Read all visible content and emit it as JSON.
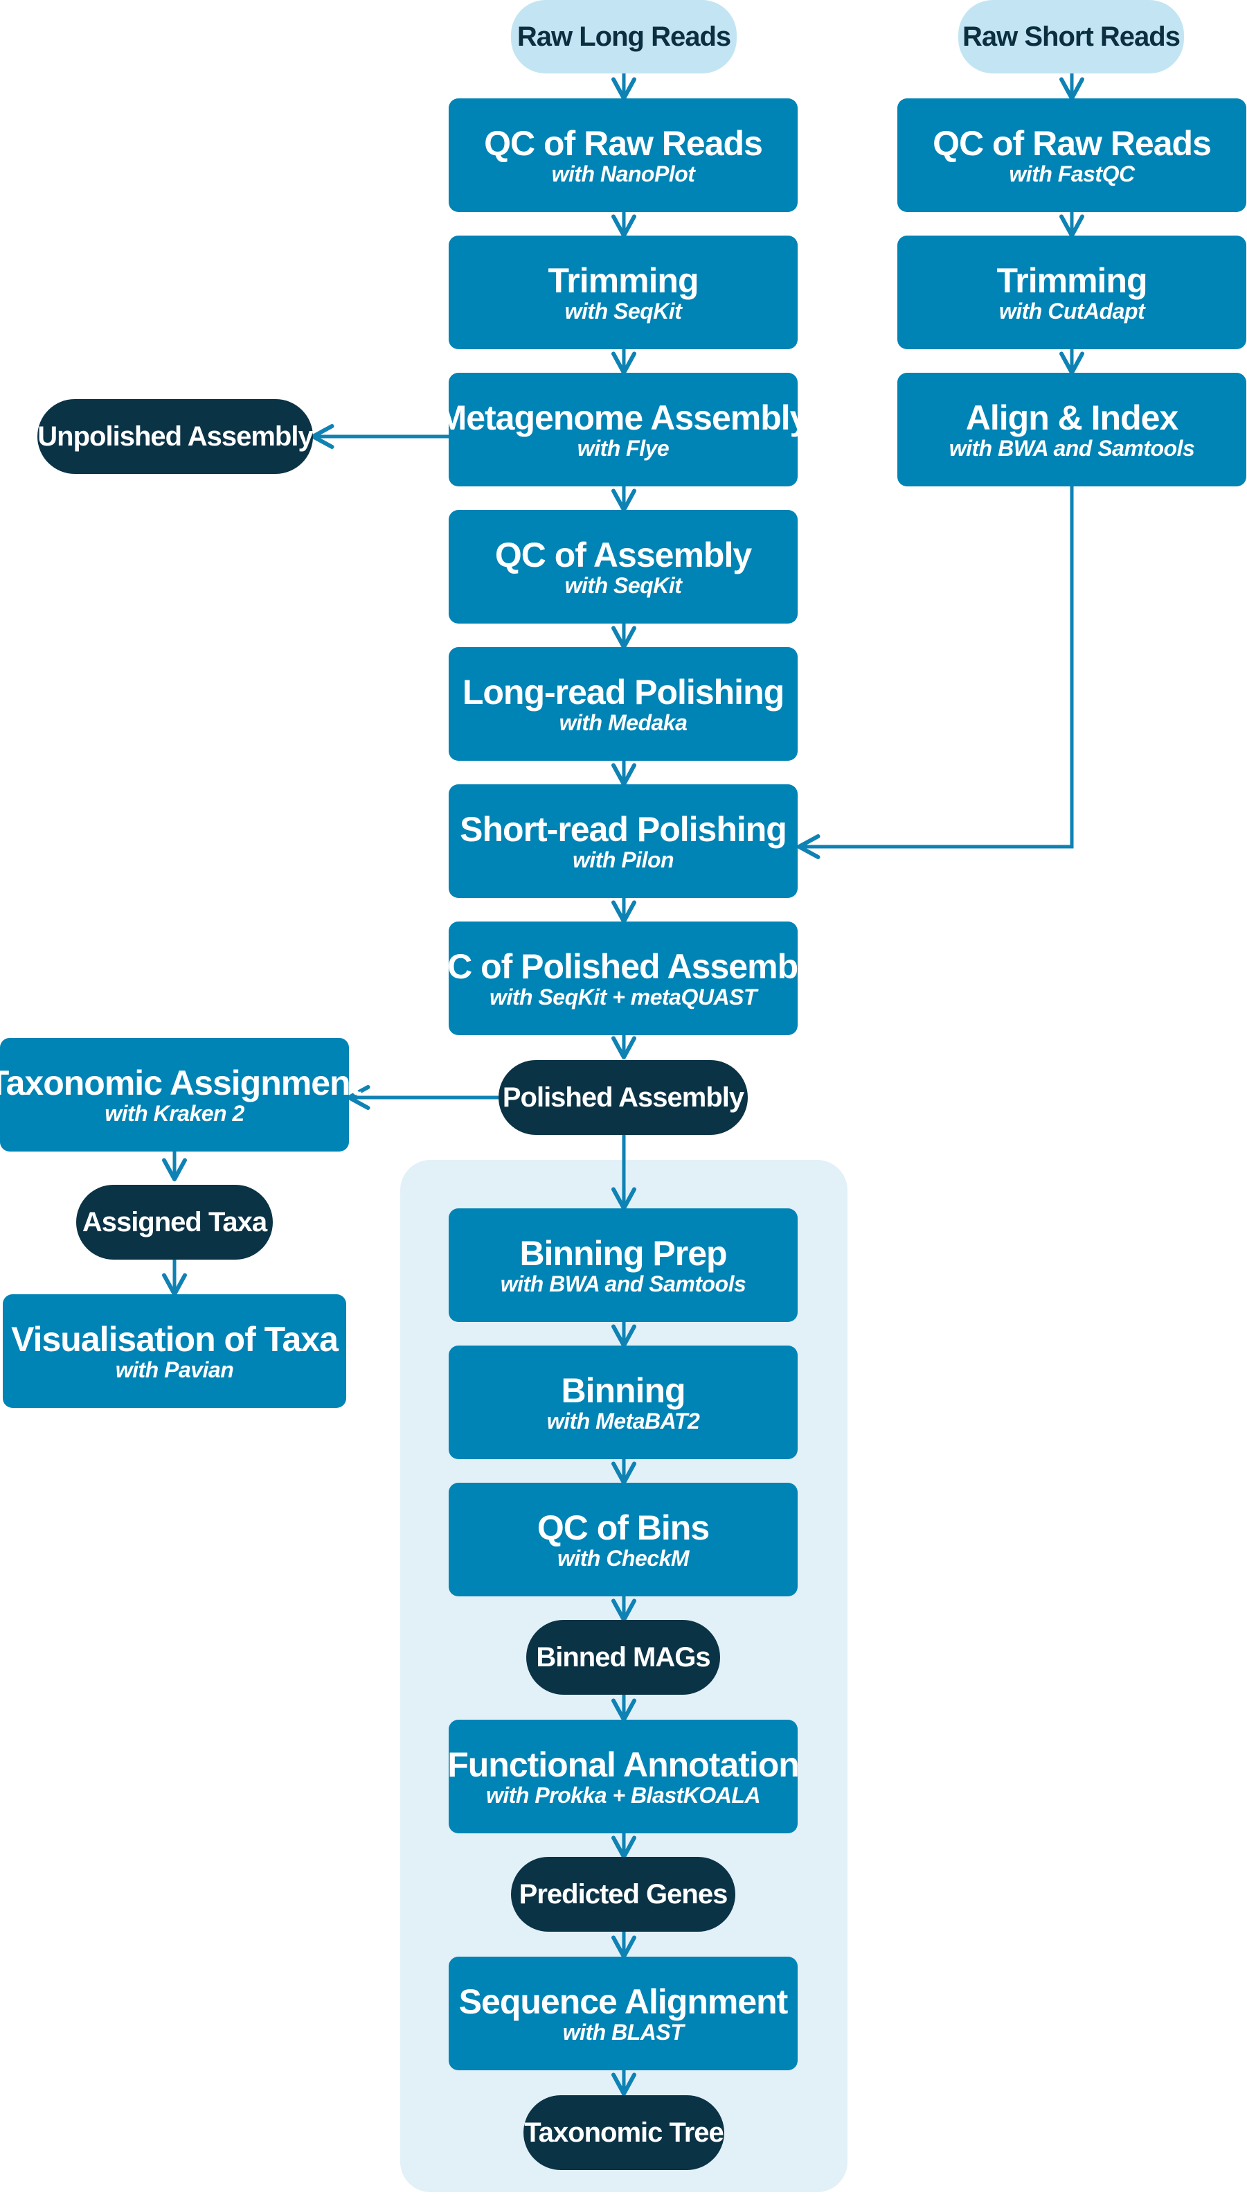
{
  "colors": {
    "step": "#0083b5",
    "input": "#c3e5f3",
    "output": "#0b3346",
    "arrow": "#0f82b4",
    "panel": "#e2f0f8"
  },
  "inputs": {
    "long_reads": "Raw Long Reads",
    "short_reads": "Raw Short Reads"
  },
  "long_branch": {
    "qc_raw": {
      "title": "QC of Raw Reads",
      "tool": "with NanoPlot"
    },
    "trimming": {
      "title": "Trimming",
      "tool": "with SeqKit"
    },
    "assembly": {
      "title": "Metagenome Assembly",
      "tool": "with Flye"
    },
    "qc_assembly": {
      "title": "QC of Assembly",
      "tool": "with SeqKit"
    },
    "long_polish": {
      "title": "Long-read Polishing",
      "tool": "with Medaka"
    },
    "short_polish": {
      "title": "Short-read Polishing",
      "tool": "with Pilon"
    },
    "qc_polished": {
      "title": "QC of Polished Assembly",
      "tool": "with SeqKit + metaQUAST"
    }
  },
  "short_branch": {
    "qc_raw": {
      "title": "QC of Raw Reads",
      "tool": "with FastQC"
    },
    "trimming": {
      "title": "Trimming",
      "tool": "with CutAdapt"
    },
    "align": {
      "title": "Align & Index",
      "tool": "with BWA and Samtools"
    }
  },
  "outputs": {
    "unpolished": "Unpolished Assembly",
    "polished": "Polished Assembly",
    "assigned_taxa": "Assigned Taxa",
    "binned_mags": "Binned MAGs",
    "predicted_genes": "Predicted Genes",
    "taxonomic_tree": "Taxonomic Tree"
  },
  "taxonomy_branch": {
    "assignment": {
      "title": "Taxonomic Assignment",
      "tool": "with Kraken 2"
    },
    "visualisation": {
      "title": "Visualisation of Taxa",
      "tool": "with Pavian"
    }
  },
  "binning_branch": {
    "prep": {
      "title": "Binning Prep",
      "tool": "with BWA and Samtools"
    },
    "binning": {
      "title": "Binning",
      "tool": "with MetaBAT2"
    },
    "qc_bins": {
      "title": "QC of Bins",
      "tool": "with CheckM"
    },
    "functional": {
      "title": "Functional Annotation",
      "tool": "with Prokka + BlastKOALA"
    },
    "alignment": {
      "title": "Sequence Alignment",
      "tool": "with BLAST"
    }
  }
}
